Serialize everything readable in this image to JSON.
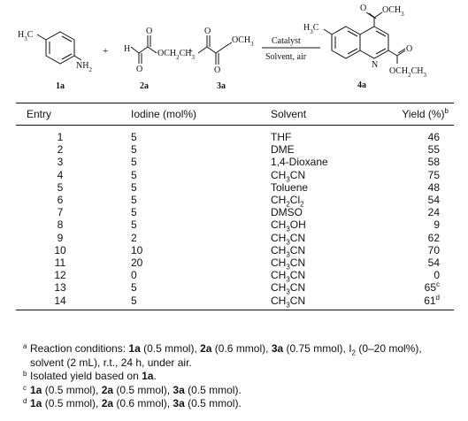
{
  "scheme": {
    "reactant1": {
      "label": "1a",
      "substituent": "H3C",
      "group": "NH2"
    },
    "reactant2": {
      "label": "2a",
      "atom_h": "H",
      "atom_o1": "O",
      "atom_o2": "O",
      "group": "OCH2CH3"
    },
    "reactant3": {
      "label": "3a",
      "atom_o1": "O",
      "atom_o2": "O",
      "group": "OCH3"
    },
    "plus": "+",
    "arrow_above": "Catalyst",
    "arrow_below": "Solvent, air",
    "product": {
      "label": "4a",
      "substituent": "H3C",
      "top_ester": "OCH3",
      "top_o": "O",
      "ring_n": "N",
      "side_o": "O",
      "side_ester": "OCH2CH3"
    }
  },
  "table": {
    "headers": {
      "entry": "Entry",
      "iodine": "Iodine (mol%)",
      "solvent": "Solvent",
      "yield": "Yield (%)",
      "yield_mark": "b"
    },
    "rows": [
      {
        "entry": "1",
        "iodine": "5",
        "solvent": "THF",
        "yield": "46"
      },
      {
        "entry": "2",
        "iodine": "5",
        "solvent": "DME",
        "yield": "55"
      },
      {
        "entry": "3",
        "iodine": "5",
        "solvent": "1,4-Dioxane",
        "yield": "58"
      },
      {
        "entry": "4",
        "iodine": "5",
        "solvent": "CH3CN",
        "yield": "75"
      },
      {
        "entry": "5",
        "iodine": "5",
        "solvent": "Toluene",
        "yield": "48"
      },
      {
        "entry": "6",
        "iodine": "5",
        "solvent": "CH2Cl2",
        "yield": "54"
      },
      {
        "entry": "7",
        "iodine": "5",
        "solvent": "DMSO",
        "yield": "24"
      },
      {
        "entry": "8",
        "iodine": "5",
        "solvent": "CH3OH",
        "yield": "9"
      },
      {
        "entry": "9",
        "iodine": "2",
        "solvent": "CH3CN",
        "yield": "62"
      },
      {
        "entry": "10",
        "iodine": "10",
        "solvent": "CH3CN",
        "yield": "70"
      },
      {
        "entry": "11",
        "iodine": "20",
        "solvent": "CH3CN",
        "yield": "54"
      },
      {
        "entry": "12",
        "iodine": "0",
        "solvent": "CH3CN",
        "yield": "0"
      },
      {
        "entry": "13",
        "iodine": "5",
        "solvent": "CH3CN",
        "yield": "65",
        "mark": "c"
      },
      {
        "entry": "14",
        "iodine": "5",
        "solvent": "CH3CN",
        "yield": "61",
        "mark": "d"
      }
    ]
  },
  "footnotes": [
    {
      "mark": "a",
      "text": "Reaction conditions: 1a (0.5 mmol), 2a (0.6 mmol), 3a (0.75 mmol), I2 (0–20 mol%), solvent (2 mL), r.t., 24 h, under air."
    },
    {
      "mark": "b",
      "text": "Isolated yield based on 1a."
    },
    {
      "mark": "c",
      "text": "1a (0.5 mmol), 2a (0.5 mmol), 3a (0.5 mmol)."
    },
    {
      "mark": "d",
      "text": "1a (0.5 mmol), 2a (0.6 mmol), 3a (0.5 mmol)."
    }
  ]
}
